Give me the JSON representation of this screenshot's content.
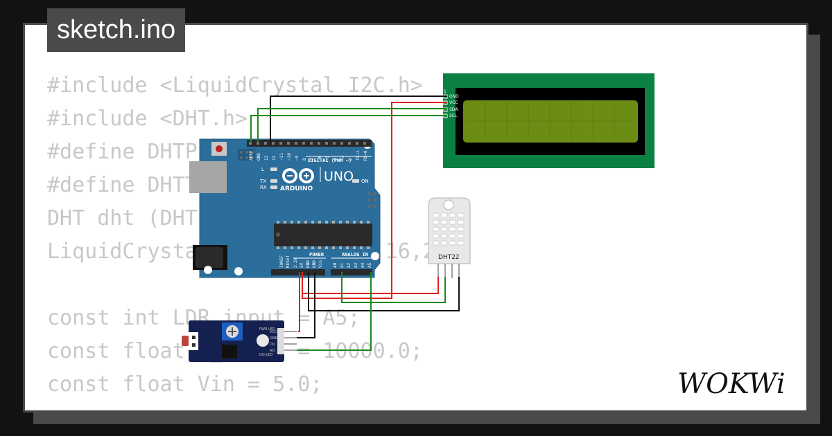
{
  "file": {
    "name": "sketch.ino"
  },
  "code": {
    "lines": [
      "#include <LiquidCrystal_I2C.h>",
      "#include <DHT.h>",
      "#define DHTPIN 2",
      "#define DHTTYPE DHT22",
      "DHT dht (DHTPIN, DHTTYPE);",
      "LiquidCrystal_I2C lcd(0x27,16,2 );",
      "",
      "const int LDR_input = A5;",
      "const float R_fixed = 10000.0;",
      "const float Vin = 5.0;"
    ]
  },
  "arduino": {
    "brand": "ARDUINO",
    "model": "UNO",
    "digital_header": "DIGITAL (PWM ~)",
    "power_header": "POWER",
    "analog_header": "ANALOG IN",
    "led_l": "L",
    "led_tx": "TX",
    "led_rx": "RX",
    "led_on": "ON",
    "digital_pins": [
      "AREF",
      "GND",
      "13",
      "12",
      "~11",
      "~10",
      "~9",
      "8",
      "7",
      "~6",
      "~5",
      "4",
      "~3",
      "2",
      "TX→1",
      "RX←0"
    ],
    "power_pins": [
      "IOREF",
      "RESET",
      "3.3V",
      "5V",
      "GND",
      "GND",
      "Vin"
    ],
    "analog_pins": [
      "A0",
      "A1",
      "A2",
      "A3",
      "A4",
      "A5"
    ]
  },
  "lcd": {
    "pins": [
      "GND",
      "VCC",
      "SDA",
      "SCL"
    ]
  },
  "dht": {
    "label": "DHT22"
  },
  "ldr_module": {
    "labels": [
      "PWR LED",
      "VCC",
      "GND",
      "DO",
      "AO",
      "DO LED"
    ]
  },
  "brand": {
    "logo": "WOKWi"
  },
  "colors": {
    "background": "#121212",
    "card": "#ffffff",
    "frame": "#4a4a4a",
    "code_text": "#c8c8c8",
    "arduino_blue": "#2b6e9c",
    "lcd_pcb": "#0b8043",
    "lcd_screen": "#6c8d14",
    "wire_red": "#e02020",
    "wire_green": "#1a8a1a",
    "wire_black": "#111111"
  }
}
